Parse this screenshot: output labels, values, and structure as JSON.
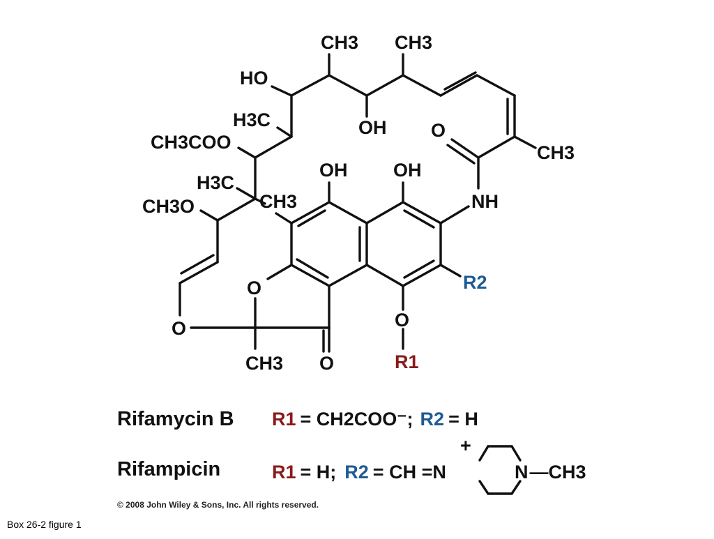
{
  "figure": {
    "caption": "Box 26-2 figure 1",
    "copyright": "© 2008 John Wiley & Sons, Inc. All rights reserved."
  },
  "colors": {
    "r1": "#8b1a1a",
    "r2": "#1f5a94",
    "bond": "#111111"
  },
  "structure": {
    "labels": {
      "ch3_a": "CH3",
      "ch3_b": "CH3",
      "ho_top": "HO",
      "oh_mid": "OH",
      "h3c_a": "H3C",
      "ch3coo": "CH3COO",
      "carbonyl_o": "O",
      "ch3_right": "CH3",
      "oh_left": "OH",
      "oh_right": "OH",
      "h3c_b": "H3C",
      "ch3_c": "CH3",
      "ch3o": "CH3O",
      "nh": "NH",
      "r2": "R2",
      "o_furan": "O",
      "o_ether": "O",
      "o_phenol": "O",
      "ch3_bottom": "CH3",
      "o_ketone": "O",
      "r1": "R1"
    }
  },
  "legend": {
    "rows": [
      {
        "name": "Rifamycin B",
        "r1_label": "R1",
        "r1_value": "= CH2COO⁻;",
        "r2_label": "R2",
        "r2_value": "= H"
      },
      {
        "name": "Rifampicin",
        "r1_label": "R1",
        "r1_value": "= H;",
        "r2_label": "R2",
        "r2_value": "= CH =N",
        "ring_n": "N",
        "ring_plus": "+",
        "methyl": "—CH3"
      }
    ]
  }
}
